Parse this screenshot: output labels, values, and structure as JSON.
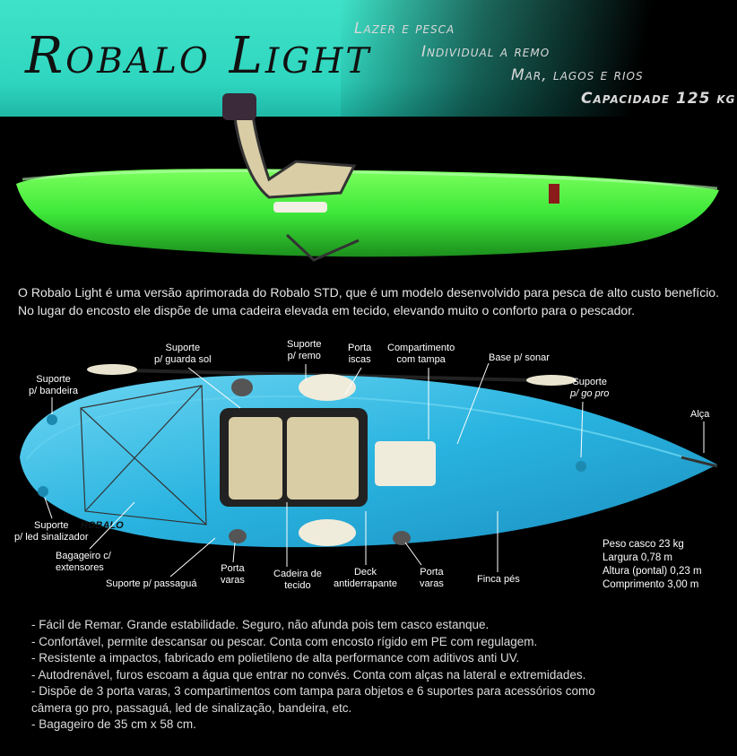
{
  "header": {
    "title": "Robalo Light",
    "taglines": [
      "Lazer e pesca",
      "Individual a remo",
      "Mar, lagos e rios",
      "Capacidade 125 kg"
    ]
  },
  "intro_text": "O Robalo Light é uma versão aprimorada do Robalo STD, que é um modelo desenvolvido para pesca de alto custo benefício. No lugar do encosto ele dispõe de uma cadeira elevada em tecido, elevando muito o conforto para o pescador.",
  "hull_logo_text": "ROBALO",
  "callouts": {
    "suporte_guarda_sol": [
      "Suporte",
      "p/ guarda sol"
    ],
    "suporte_remo": [
      "Suporte",
      "p/ remo"
    ],
    "porta_iscas": [
      "Porta",
      "iscas"
    ],
    "compartimento": [
      "Compartimento",
      "com tampa"
    ],
    "base_sonar": "Base p/ sonar",
    "suporte_bandeira": [
      "Suporte",
      "p/ bandeira"
    ],
    "suporte_gopro": [
      "Suporte",
      "p/ go pro"
    ],
    "alca": "Alça",
    "suporte_led": [
      "Suporte",
      "p/ led sinalizador"
    ],
    "bagageiro": [
      "Bagageiro c/",
      "extensores"
    ],
    "suporte_passagua": "Suporte p/ passaguá",
    "porta_varas_1": [
      "Porta",
      "varas"
    ],
    "cadeira": [
      "Cadeira de",
      "tecido"
    ],
    "deck": [
      "Deck",
      "antiderrapante"
    ],
    "porta_varas_2": [
      "Porta",
      "varas"
    ],
    "finca_pes": "Finca pés"
  },
  "specs": [
    "Peso casco 23 kg",
    "Largura 0,78 m",
    "Altura (pontal)  0,23 m",
    "Comprimento 3,00 m"
  ],
  "features": [
    "- Fácil de Remar. Grande estabilidade. Seguro, não afunda pois tem casco estanque.",
    "- Confortável, permite descansar ou pescar. Conta com encosto rígido em PE com regulagem.",
    "- Resistente a impactos, fabricado em polietileno de alta performance com aditivos anti UV.",
    "- Autodrenável, furos escoam a água que entrar no convés. Conta com alças na lateral e extremidades.",
    "- Dispõe de 3 porta varas, 3 compartimentos com tampa para objetos e 6 suportes para acessórios como",
    "câmera go pro, passaguá, led de sinalização, bandeira, etc.",
    "- Bagageiro de 35 cm x 58 cm."
  ],
  "colors": {
    "banner": "#2fd6bf",
    "kayak_side": "#3ee83a",
    "kayak_top": "#2ab4e0"
  }
}
